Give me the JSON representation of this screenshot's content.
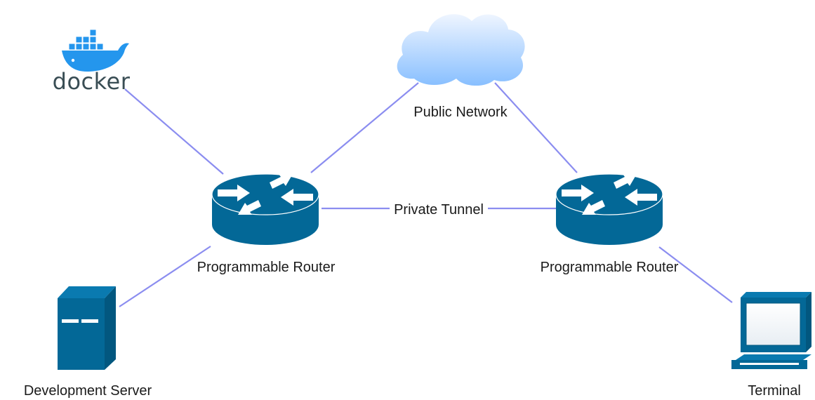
{
  "nodes": {
    "docker": {
      "logo_text": "docker"
    },
    "cloud": {
      "label": "Public Network"
    },
    "router_left": {
      "label": "Programmable Router"
    },
    "router_right": {
      "label": "Programmable Router"
    },
    "dev_server": {
      "label": "Development Server"
    },
    "terminal": {
      "label": "Terminal"
    }
  },
  "edges": {
    "tunnel": {
      "label": "Private Tunnel"
    }
  },
  "colors": {
    "link": "#8b8df0",
    "device": "#036897",
    "device_dark": "#02577f",
    "cloud_light": "#eaf3ff",
    "cloud_dark": "#8cc2ff",
    "docker_blue": "#2496ed",
    "docker_text": "#394d54"
  }
}
